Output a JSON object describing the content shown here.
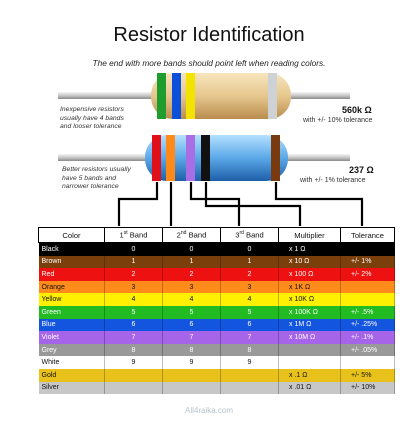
{
  "title": "Resistor Identification",
  "subtitle": "The end with more bands should point left when reading colors.",
  "resistor_4band": {
    "note": [
      "Inexpensive resistors",
      "usually have 4 bands",
      "and looser tolerance"
    ],
    "value": "560k Ω",
    "tolerance": "with +/- 10% tolerance",
    "bands": [
      "#1e9c2e",
      "#0c4fd9",
      "#f2e400",
      "#cfd2d4"
    ]
  },
  "resistor_5band": {
    "note": [
      "Better resistors usually",
      "have 5 bands and",
      "narrower tolerance"
    ],
    "value": "237 Ω",
    "tolerance": "with +/- 1% tolerance",
    "bands": [
      "#e0101a",
      "#ff8a1a",
      "#a96ee6",
      "#111111",
      "#7a3a10"
    ]
  },
  "table": {
    "headers": [
      {
        "label": "Color",
        "sup": ""
      },
      {
        "label": "1",
        "sup": "st",
        "rest": " Band"
      },
      {
        "label": "2",
        "sup": "nd",
        "rest": " Band"
      },
      {
        "label": "3",
        "sup": "rd",
        "rest": " Band"
      },
      {
        "label": "Multiplier",
        "sup": ""
      },
      {
        "label": "Tolerance",
        "sup": ""
      }
    ],
    "rows": [
      {
        "name": "Black",
        "b1": "0",
        "b2": "0",
        "b3": "0",
        "mult": "x 1 Ω",
        "tol": "",
        "bg": "#000000",
        "fg": "#ffffff"
      },
      {
        "name": "Brown",
        "b1": "1",
        "b2": "1",
        "b3": "1",
        "mult": "x 10 Ω",
        "tol": "+/-  1%",
        "bg": "#7b3f0c",
        "fg": "#ffffff"
      },
      {
        "name": "Red",
        "b1": "2",
        "b2": "2",
        "b3": "2",
        "mult": "x 100 Ω",
        "tol": "+/-  2%",
        "bg": "#ee1111",
        "fg": "#ffffff"
      },
      {
        "name": "Orange",
        "b1": "3",
        "b2": "3",
        "b3": "3",
        "mult": "x 1K Ω",
        "tol": "",
        "bg": "#ff8c1a",
        "fg": "#111111"
      },
      {
        "name": "Yellow",
        "b1": "4",
        "b2": "4",
        "b3": "4",
        "mult": "x 10K Ω",
        "tol": "",
        "bg": "#ffef00",
        "fg": "#111111"
      },
      {
        "name": "Green",
        "b1": "5",
        "b2": "5",
        "b3": "5",
        "mult": "x 100K Ω",
        "tol": "+/-  .5%",
        "bg": "#22bb22",
        "fg": "#ffffff"
      },
      {
        "name": "Blue",
        "b1": "6",
        "b2": "6",
        "b3": "6",
        "mult": "x 1M Ω",
        "tol": "+/-  .25%",
        "bg": "#1455e0",
        "fg": "#ffffff"
      },
      {
        "name": "Violet",
        "b1": "7",
        "b2": "7",
        "b3": "7",
        "mult": "x 10M Ω",
        "tol": "+/-  .1%",
        "bg": "#a664e8",
        "fg": "#ffffff"
      },
      {
        "name": "Grey",
        "b1": "8",
        "b2": "8",
        "b3": "8",
        "mult": "",
        "tol": "+/-  .05%",
        "bg": "#999999",
        "fg": "#ffffff"
      },
      {
        "name": "White",
        "b1": "9",
        "b2": "9",
        "b3": "9",
        "mult": "",
        "tol": "",
        "bg": "#ffffff",
        "fg": "#111111"
      },
      {
        "name": "Gold",
        "b1": "",
        "b2": "",
        "b3": "",
        "mult": "x .1 Ω",
        "tol": "+/-  5%",
        "bg": "#e8c21a",
        "fg": "#111111"
      },
      {
        "name": "Silver",
        "b1": "",
        "b2": "",
        "b3": "",
        "mult": "x .01 Ω",
        "tol": "+/-  10%",
        "bg": "#c7c7c7",
        "fg": "#111111"
      }
    ]
  },
  "watermark": "All4raika.com"
}
